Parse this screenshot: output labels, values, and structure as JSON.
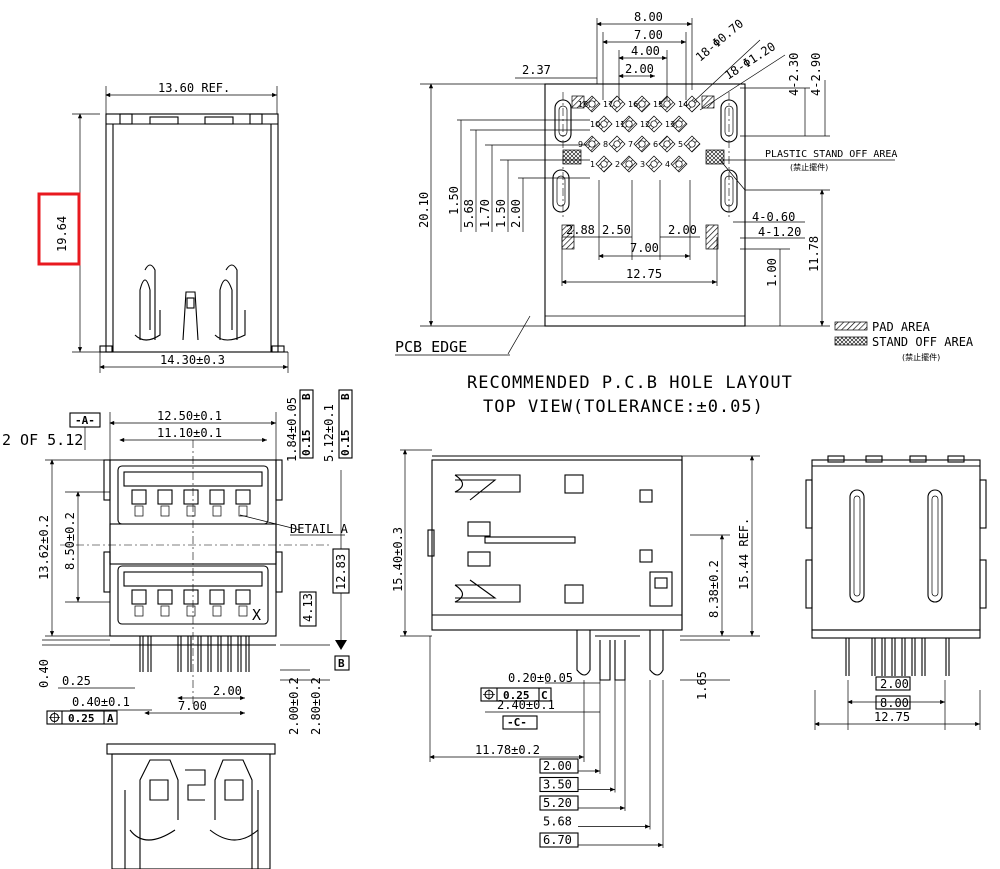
{
  "highlight_color": "#e8191f",
  "side_view_top": {
    "width_ref": "13.60 REF.",
    "height": "19.64",
    "base_width": "14.30±0.3"
  },
  "hole_layout": {
    "dims_top": [
      "8.00",
      "7.00",
      "4.00",
      "2.00"
    ],
    "dim_left": "2.37",
    "hole_callouts": [
      "18-Φ0.70",
      "18-Φ1.20"
    ],
    "dims_right_top": [
      "4-2.30",
      "4-2.90"
    ],
    "plastic_label": "PLASTIC STAND OFF AREA",
    "plastic_label_cn": "(禁止擺件)",
    "dim_height": "20.10",
    "dims_vertical": [
      "1.50",
      "5.68",
      "1.70",
      "1.50",
      "2.00"
    ],
    "dims_bottom_row": [
      "2.88",
      "2.50",
      "2.00"
    ],
    "dim_7": "7.00",
    "dim_1275": "12.75",
    "dim_100": "1.00",
    "dim_1178": "11.78",
    "dims_slot": [
      "4-0.60",
      "4-1.20"
    ],
    "pcb_edge": "PCB EDGE",
    "legend_pad": "PAD AREA",
    "legend_standoff": "STAND OFF AREA",
    "legend_cn": "(禁止擺件)",
    "title_line1": "RECOMMENDED P.C.B HOLE LAYOUT",
    "title_line2": "TOP VIEW(TOLERANCE:±0.05)",
    "pin_numbers": [
      "18",
      "17",
      "16",
      "15",
      "14",
      "10",
      "11",
      "12",
      "13",
      "9",
      "8",
      "7",
      "6",
      "5",
      "1",
      "2",
      "3",
      "4"
    ]
  },
  "front_view": {
    "datum_a": "-A-",
    "left_note": "2 OF 5.12",
    "dim_1250": "12.50±0.1",
    "dim_1110": "11.10±0.1",
    "dim_184": "1.84±0.05",
    "dim_512": "5.12±0.1",
    "frame_015_b1": "0.15",
    "frame_b1": "B",
    "frame_015_b2": "0.15",
    "frame_b2": "B",
    "detail_a": "DETAIL A",
    "dim_1362": "13.62±0.2",
    "dim_850": "8.50±0.2",
    "dim_1283": "12.83",
    "dim_413": "4.13",
    "datum_b": "B",
    "dim_040": "0.40",
    "dim_025": "0.25",
    "dim_040b": "0.40±0.1",
    "dim_200": "2.00",
    "dim_700": "7.00",
    "frame_025": "0.25",
    "frame_a": "A",
    "dim_200b": "2.00±0.2",
    "dim_280": "2.80±0.2"
  },
  "side_view": {
    "dim_1540": "15.40±0.3",
    "dim_1544": "15.44 REF.",
    "dim_838": "8.38±0.2",
    "dim_020": "0.20±0.05",
    "frame_025": "0.25",
    "frame_c": "C",
    "dim_240": "2.40±0.1",
    "datum_c": "-C-",
    "dim_165": "1.65",
    "dim_1178": "11.78±0.2",
    "boxed_dims": [
      "2.00",
      "3.50",
      "5.20",
      "5.68",
      "6.70"
    ]
  },
  "rear_view": {
    "dim_200": "2.00",
    "dim_800": "8.00",
    "dim_1275": "12.75"
  }
}
